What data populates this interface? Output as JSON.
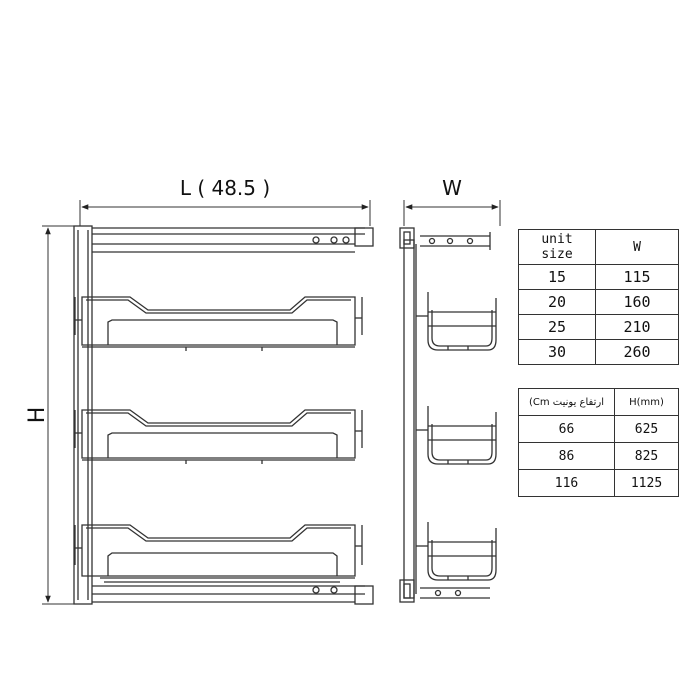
{
  "labels": {
    "length": "L ( 48.5 )",
    "width": "W",
    "height": "H"
  },
  "unit_table": {
    "header_line1": "unit",
    "header_line2": "size",
    "header_w": "W",
    "rows": [
      {
        "size": "15",
        "w": "115"
      },
      {
        "size": "20",
        "w": "160"
      },
      {
        "size": "25",
        "w": "210"
      },
      {
        "size": "30",
        "w": "260"
      }
    ]
  },
  "height_table": {
    "header_unit": "(Cm ارتفاع یونیت",
    "header_h": "H(mm)",
    "rows": [
      {
        "unit": "66",
        "h": "625"
      },
      {
        "unit": "86",
        "h": "825"
      },
      {
        "unit": "116",
        "h": "1125"
      }
    ]
  },
  "colors": {
    "line": "#333333",
    "text": "#111111"
  }
}
